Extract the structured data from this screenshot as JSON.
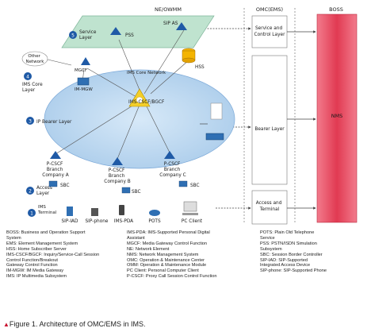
{
  "headers": {
    "ne_ownm": "NE/OWMM",
    "omc_ems": "OMC(EMS)",
    "boss": "BOSS"
  },
  "layers": [
    {
      "num": "5",
      "label": "Service\nLayer"
    },
    {
      "num": "4",
      "label": "IMS Core\nLayer"
    },
    {
      "num": "3",
      "label": "IP Bearer Layer"
    },
    {
      "num": "2",
      "label": "Access\nLayer"
    },
    {
      "num": "1",
      "label": "IMS\nTerminal"
    }
  ],
  "nodes": {
    "pss": "PSS",
    "sip_as": "SIP AS",
    "hss": "HSS",
    "other_network": "Other\nNetwork",
    "ims_core_network": "IMS Core Network",
    "mgcf": "MGCF",
    "im_mgw": "IM-MGW",
    "ims_cscf_bgcf": "IMS-CSCF/BGCF",
    "branch_a": "P-CSCF\nBranch\nCompany A",
    "branch_b": "P-CSCF\nBranch\nCompany B",
    "branch_c": "P-CSCF\nBranch\nCompany C",
    "sbc_a": "SBC",
    "sbc_b": "SBC",
    "sbc_c": "SBC"
  },
  "terminals": [
    "SIP-IAD",
    "SIP-phone",
    "IMS-PDA",
    "POTS",
    "PC Client"
  ],
  "omc_labels": {
    "service": "Service and\nControl Layer",
    "bearer": "Bearer Layer",
    "access": "Access and\nTerminal"
  },
  "nms": "NMS",
  "legend": {
    "col1": [
      "BOSS: Business and Operation Support\n    System",
      "EMS: Element Management System",
      "HSS: Home Subscriber Server",
      "IMS-CSCF/BGCF: Inquiry/Service-Call Session\n    Control Function/Breakout\n    Gateway Control Function",
      "IM-MGW: IM Media Gateway",
      "IMS: IP Multimedia Subsystem"
    ],
    "col2": [
      "IMS-PDA: IMS-Supported Personal Digital\n    Assistant",
      "MGCF: Media Gateway Control Function",
      "NE: Network Element",
      "NMS: Network Management System",
      "OMC: Operation & Maintenance Center",
      "OMM: Operation & Maintenance Module",
      "PC Client: Personal Computer Client",
      "P-CSCF: Proxy Call Session Control Function"
    ],
    "col3": [
      "POTS: Plain Old Telephone\n    Service",
      "PSS: PSTN/ISDN Simulation\n    Subsystem",
      "SBC: Session Border Controller",
      "SIP-IAD: SIP-Supported\n    Integrated Access Device",
      "SIP-phone: SIP-Supported Phone"
    ]
  },
  "caption": "Figure 1. Architecture of OMC/EMS in IMS.",
  "colors": {
    "layer_circle": "#1f5aa6",
    "service_plane": "#bfe3cf",
    "bearer_plane": "#b8d6f2",
    "nms_bar": "#e85a6e",
    "cscf_hub": "#f4cf2a"
  }
}
